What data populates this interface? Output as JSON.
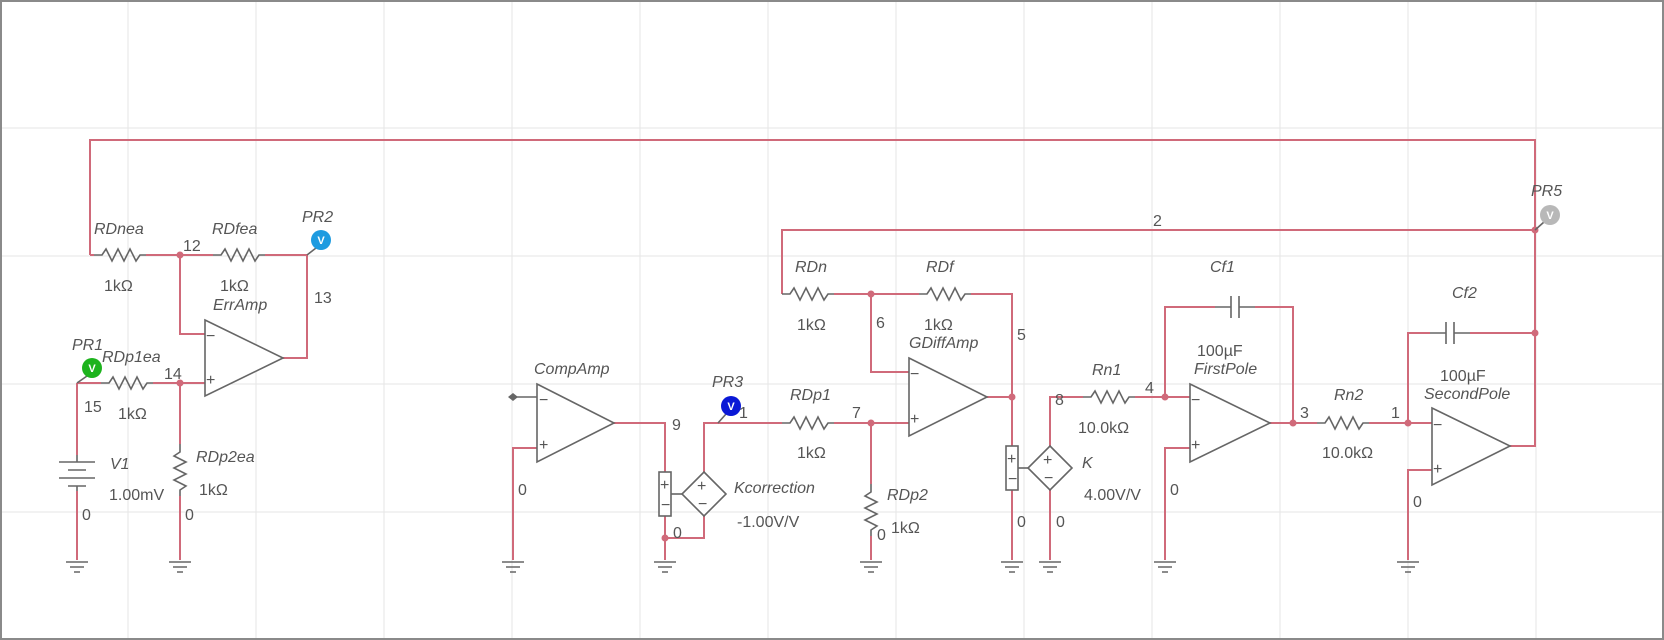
{
  "colors": {
    "wire": "#d06a7a",
    "component": "#666666",
    "grid": "#e6e6e6",
    "probe_pr1": "#1db31d",
    "probe_pr2": "#1e9be0",
    "probe_pr3": "#0a18d6",
    "probe_pr5": "#b8b8b8"
  },
  "probes": {
    "pr1": {
      "label": "PR1",
      "letter": "V"
    },
    "pr2": {
      "label": "PR2",
      "letter": "V"
    },
    "pr3": {
      "label": "PR3",
      "letter": "V"
    },
    "pr5": {
      "label": "PR5",
      "letter": "V"
    }
  },
  "opamps": {
    "erramp": {
      "name": "ErrAmp",
      "minus": "−",
      "plus": "+"
    },
    "compamp": {
      "name": "CompAmp",
      "minus": "−",
      "plus": "+"
    },
    "gdiffamp": {
      "name": "GDiffAmp",
      "minus": "−",
      "plus": "+"
    },
    "firstpole": {
      "name": "FirstPole",
      "minus": "−",
      "plus": "+"
    },
    "secondpole": {
      "name": "SecondPole",
      "minus": "−",
      "plus": "+"
    }
  },
  "resistors": {
    "rdnea": {
      "name": "RDnea",
      "value": "1kΩ"
    },
    "rdfea": {
      "name": "RDfea",
      "value": "1kΩ"
    },
    "rdp1ea": {
      "name": "RDp1ea",
      "value": "1kΩ"
    },
    "rdp2ea": {
      "name": "RDp2ea",
      "value": "1kΩ"
    },
    "rdn": {
      "name": "RDn",
      "value": "1kΩ"
    },
    "rdf": {
      "name": "RDf",
      "value": "1kΩ"
    },
    "rdp1": {
      "name": "RDp1",
      "value": "1kΩ"
    },
    "rdp2": {
      "name": "RDp2",
      "value": "1kΩ"
    },
    "rn1": {
      "name": "Rn1",
      "value": "10.0kΩ"
    },
    "rn2": {
      "name": "Rn2",
      "value": "10.0kΩ"
    }
  },
  "capacitors": {
    "cf1": {
      "name": "Cf1",
      "value": "100µF"
    },
    "cf2": {
      "name": "Cf2",
      "value": "100µF"
    }
  },
  "sources": {
    "v1": {
      "name": "V1",
      "value": "1.00mV"
    },
    "kcorrection": {
      "name": "Kcorrection",
      "value": "-1.00V/V"
    },
    "k": {
      "name": "K",
      "value": "4.00V/V"
    }
  },
  "nodes": {
    "n1": "1",
    "n2": "2",
    "n3": "3",
    "n4": "4",
    "n5": "5",
    "n6": "6",
    "n7": "7",
    "n8": "8",
    "n9": "9",
    "n11": "1",
    "n12": "12",
    "n13": "13",
    "n14": "14",
    "n15": "15",
    "gnd": "0"
  }
}
